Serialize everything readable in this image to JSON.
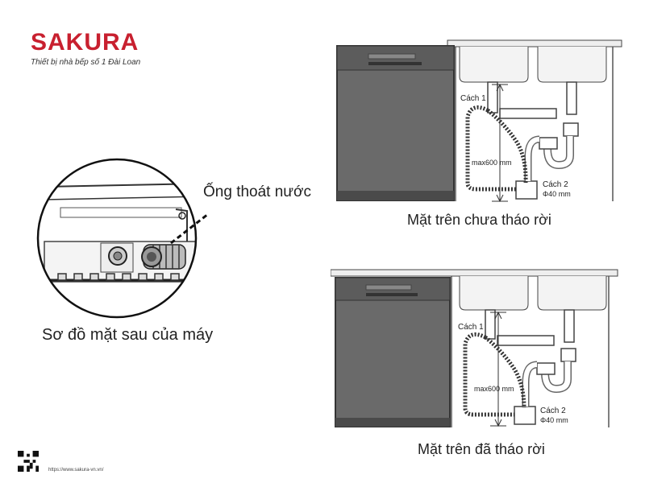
{
  "brand": {
    "name": "SAKURA",
    "tagline": "Thiết bị nhà bếp số 1 Đài Loan",
    "color": "#c8202f"
  },
  "rear_detail": {
    "callout": "Ống thoát nước",
    "caption": "Sơ đồ mặt sau của máy"
  },
  "install_top": {
    "label_method1": "Cách 1",
    "label_max": "max600 mm",
    "label_method2": "Cách 2",
    "label_diameter": "Φ40 mm",
    "caption": "Mặt trên chưa tháo rời"
  },
  "install_bottom": {
    "label_method1": "Cách 1",
    "label_max": "max600 mm",
    "label_method2": "Cách 2",
    "label_diameter": "Φ40 mm",
    "caption": "Mặt trên đã tháo rời"
  },
  "footer": {
    "url": "https://www.sakura-vn.vn/"
  }
}
